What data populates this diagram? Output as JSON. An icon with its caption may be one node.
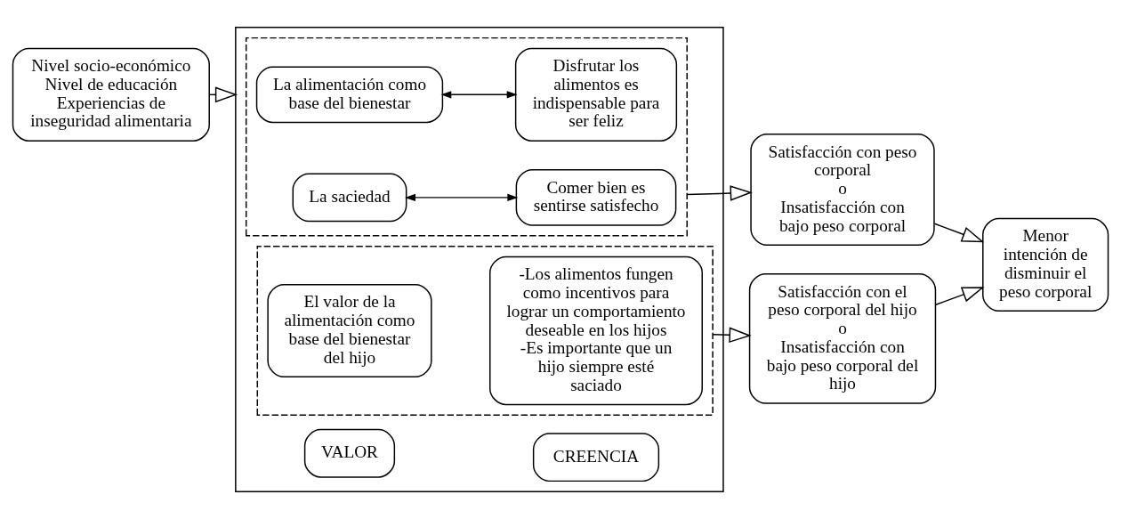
{
  "diagram": {
    "nodes": [
      {
        "text": [
          "Nivel socio-económico",
          "Nivel de educación",
          "Experiencias de inseguridad alimentaria"
        ]
      },
      {
        "text": [],
        "shape": "box"
      },
      {
        "text": [
          "VALOR"
        ],
        "in": 1
      },
      {
        "text": [
          "CREENCIA"
        ],
        "in": 1
      },
      {
        "text": [],
        "shape": "box",
        "in": 1
      },
      {
        "text": [
          "La alimentación como base del bienestar"
        ],
        "in": 4
      },
      {
        "text": [
          "Disfrutar los alimentos es indispensable para ser feliz"
        ],
        "in": 4
      },
      {
        "text": [
          "La saciedad"
        ],
        "in": 4
      },
      {
        "text": [
          "Comer bien es sentirse satisfecho"
        ],
        "in": 4
      },
      {
        "text": [],
        "shape": "box",
        "in": 1
      },
      {
        "text": [
          "El valor de la alimentación como base del bienestar del hijo"
        ],
        "in": 9
      },
      {
        "text": [
          "-Los alimentos fungen como incentivos para lograr un comportamiento deseable en los hijos",
          "-Es importante que un hijo siempre esté saciado"
        ],
        "in": 9
      },
      {
        "text": [
          "Satisfacción con peso corporal",
          "o",
          "Insatisfacción con bajo peso corporal"
        ]
      },
      {
        "text": [
          "Satisfacción con el peso corporal del hijo",
          "o",
          "Insatisfacción con bajo peso corporal del hijo"
        ]
      },
      {
        "text": [
          "Menor intención de disminuir el peso corporal"
        ]
      }
    ],
    "edges": [
      {
        "from": 0,
        "to": 1,
        "arrow": "to"
      },
      {
        "from": 5,
        "to": 6,
        "arrow": "both"
      },
      {
        "from": 7,
        "to": 8,
        "arrow": "both"
      },
      {
        "from": 4,
        "to": 12,
        "arrow": "to"
      },
      {
        "from": 9,
        "to": 13,
        "arrow": "to"
      },
      {
        "from": 12,
        "to": 14,
        "arrow": "to"
      },
      {
        "from": 13,
        "to": 14,
        "arrow": "to"
      }
    ]
  }
}
